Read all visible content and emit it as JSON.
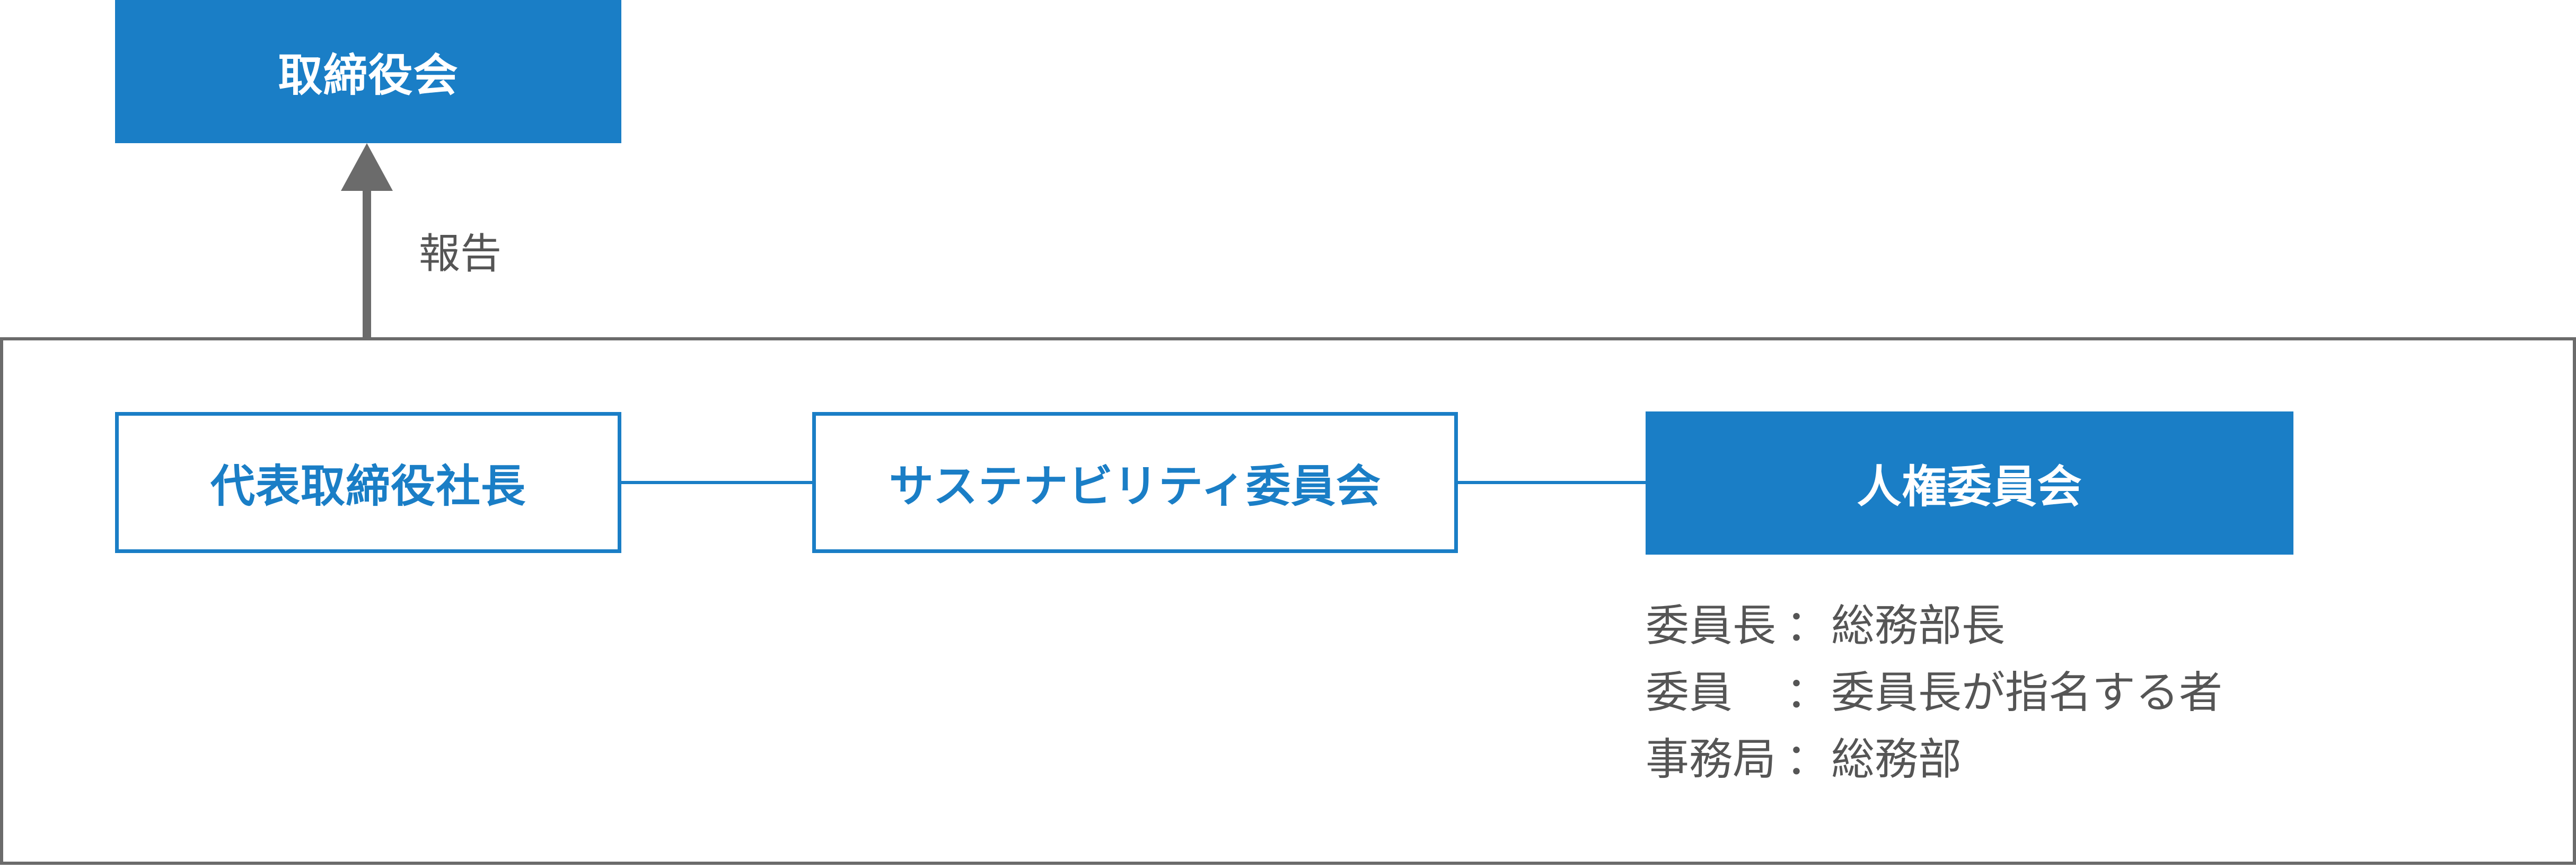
{
  "board": {
    "label": "取締役会"
  },
  "arrow": {
    "label": "報告"
  },
  "org": {
    "president_label": "代表取締役社長",
    "sustainability_label": "サステナビリティ委員会",
    "human_rights_label": "人権委員会"
  },
  "details": {
    "separator": "：",
    "rows": [
      {
        "term": "委員長",
        "value": "総務部長"
      },
      {
        "term": "委員",
        "value": "委員長が指名する者"
      },
      {
        "term": "事務局",
        "value": "総務部"
      }
    ]
  },
  "colors": {
    "accent_blue": "#1a7ec6",
    "frame_gray": "#6b6b6b",
    "text_gray": "#555555"
  }
}
